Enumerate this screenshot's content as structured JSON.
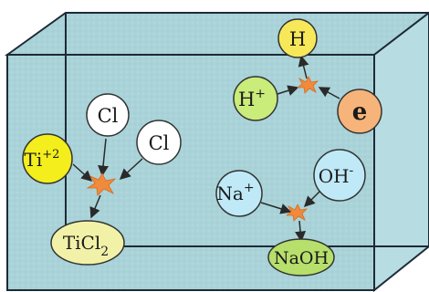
{
  "colors": {
    "tank_face": "#a9d3d8",
    "tank_edge": "#1e2a36",
    "spark": "#f08a3c",
    "arrow": "#2a2a2a"
  },
  "nodes": {
    "cl_1": {
      "text": "Cl",
      "fill": "#ffffff"
    },
    "cl_2": {
      "text": "Cl",
      "fill": "#ffffff"
    },
    "ti": {
      "text": "Ti",
      "sup": "+2",
      "fill": "#f3ee1c"
    },
    "ticl2": {
      "text": "TiCl",
      "sub": "2",
      "fill": "#f2f1a8"
    },
    "h": {
      "text": "H",
      "fill": "#f7e85a"
    },
    "h_plus": {
      "text": "H",
      "sup": "+",
      "fill": "#c9ec7a"
    },
    "e": {
      "text": "e",
      "fill": "#f6b47a"
    },
    "na_plus": {
      "text": "Na",
      "sup": "+",
      "fill": "#bfe9f7"
    },
    "oh_minus": {
      "text": "OH",
      "sup": "-",
      "fill": "#bfe9f7"
    },
    "naoh": {
      "text": "NaOH",
      "fill": "#b7df6b"
    }
  }
}
